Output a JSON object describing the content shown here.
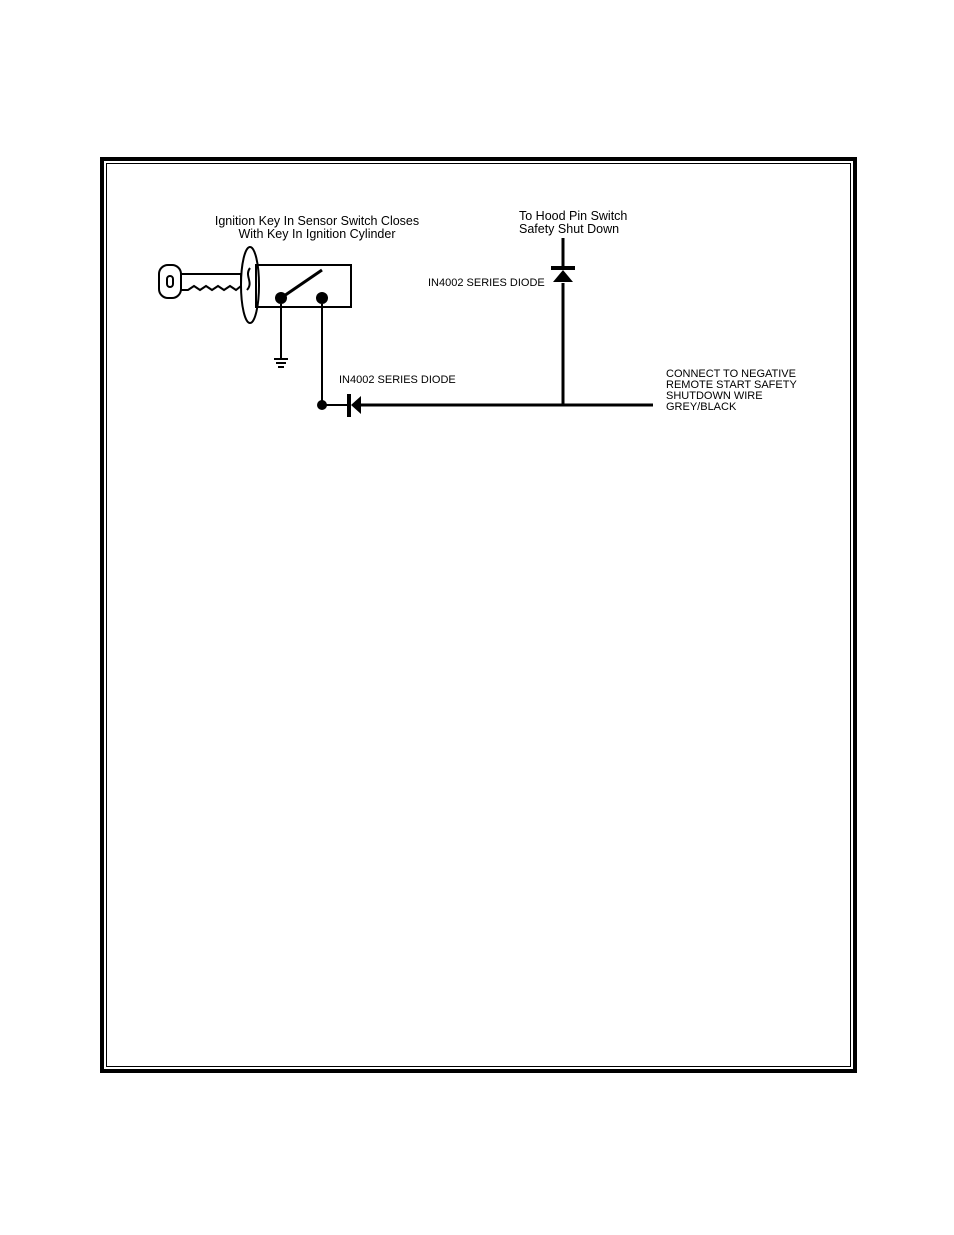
{
  "labels": {
    "sensor_line1": "Ignition Key In Sensor Switch Closes",
    "sensor_line2": "With Key In Ignition Cylinder",
    "hood_line1": "To Hood Pin Switch",
    "hood_line2": "Safety Shut Down",
    "diode_top": "IN4002 SERIES DIODE",
    "diode_bottom": "IN4002 SERIES DIODE",
    "connect_line1": "CONNECT TO NEGATIVE",
    "connect_line2": "REMOTE START SAFETY",
    "connect_line3": "SHUTDOWN WIRE",
    "connect_line4": "GREY/BLACK"
  },
  "icons": {
    "key": "key-icon",
    "ignition_cylinder": "ignition-cylinder-icon",
    "switch": "switch-icon",
    "ground": "ground-icon",
    "diode": "diode-icon"
  }
}
